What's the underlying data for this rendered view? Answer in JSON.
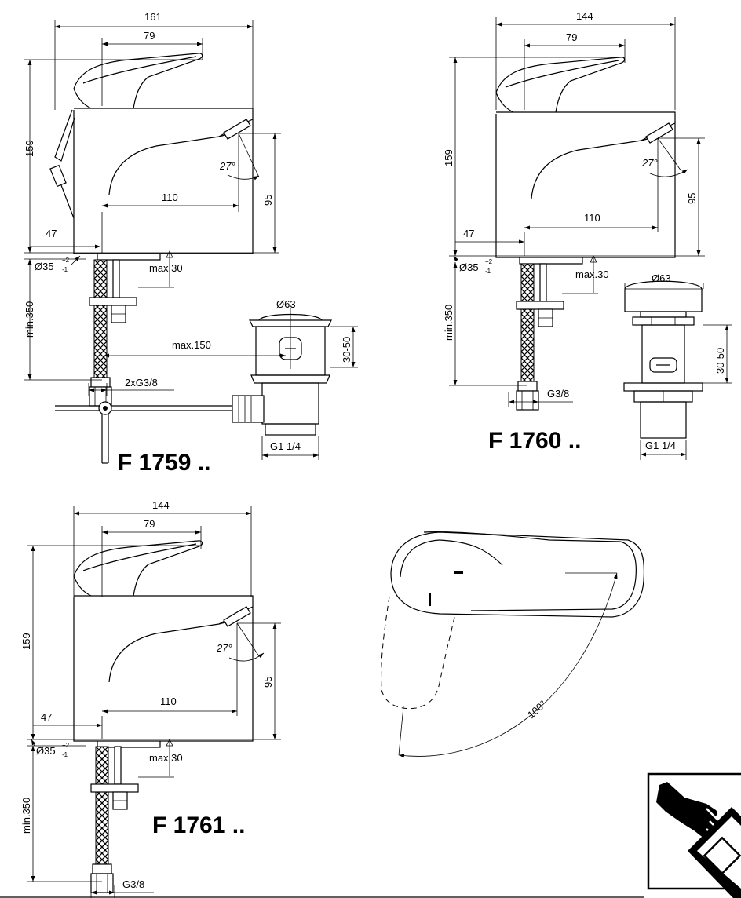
{
  "views": {
    "f1759": {
      "model": "F 1759 ..",
      "width_total": "161",
      "handle_width": "79",
      "height": "159",
      "spout_reach": "110",
      "spout_height": "95",
      "angle": "27°",
      "base_offset": "47",
      "base_dia": "Ø35",
      "tol_plus": "+2",
      "tol_minus": "-1",
      "deck_max": "max.30",
      "hose_min": "min.350",
      "drain_dia": "Ø63",
      "drain_rod": "max.150",
      "drain_range": "30-50",
      "connection": "2xG3/8",
      "drain_thread": "G1 1/4"
    },
    "f1760": {
      "model": "F 1760 ..",
      "width_total": "144",
      "handle_width": "79",
      "height": "159",
      "spout_reach": "110",
      "spout_height": "95",
      "angle": "27°",
      "base_offset": "47",
      "base_dia": "Ø35",
      "tol_plus": "+2",
      "tol_minus": "-1",
      "deck_max": "max.30",
      "hose_min": "min.350",
      "drain_dia": "Ø63",
      "drain_range": "30-50",
      "connection": "G3/8",
      "drain_thread": "G1 1/4"
    },
    "f1761": {
      "model": "F 1761 ..",
      "width_total": "144",
      "handle_width": "79",
      "height": "159",
      "spout_reach": "110",
      "spout_height": "95",
      "angle": "27°",
      "base_offset": "47",
      "base_dia": "Ø35",
      "tol_plus": "+2",
      "tol_minus": "-1",
      "deck_max": "max.30",
      "hose_min": "min.350",
      "connection": "G3/8"
    },
    "top_view": {
      "rotation_angle": "100°"
    }
  },
  "icons": {
    "care_symbol": "hand-and-cloth-care-icon"
  },
  "colors": {
    "line": "#000000",
    "background": "#ffffff"
  }
}
